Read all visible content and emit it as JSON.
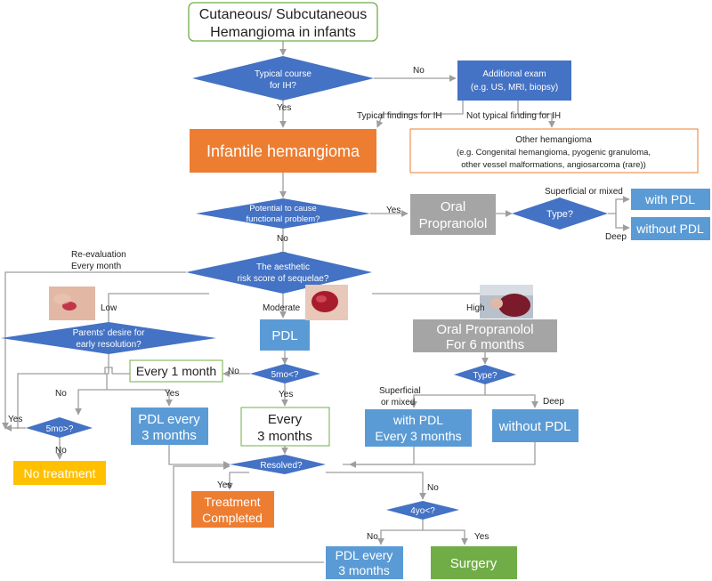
{
  "colors": {
    "diamond": "#4472c4",
    "box_blue": "#5b9bd5",
    "orange": "#ed7d31",
    "gray": "#a5a5a5",
    "yellow": "#ffc000",
    "green": "#70ad47",
    "green_border": "#70ad47",
    "line": "#9e9e9e"
  },
  "nodes": {
    "start": [
      "Cutaneous/ Subcutaneous",
      "Hemangioma in infants"
    ],
    "typical_course": [
      "Typical course",
      "for IH?"
    ],
    "additional_exam": [
      "Additional exam",
      "(e.g. US, MRI, biopsy)"
    ],
    "infantile_hemangioma": [
      "Infantile hemangioma"
    ],
    "other_hemangioma": [
      "Other hemangioma",
      "(e.g. Congenital hemangioma, pyogenic granuloma,",
      "other vessel malformations, angiosarcoma (rare))"
    ],
    "functional_problem": [
      "Potential to cause",
      "functional problem?"
    ],
    "oral_propranolol_1": [
      "Oral",
      "Propranolol"
    ],
    "type_1": [
      "Type?"
    ],
    "with_pdl_1": [
      "with PDL"
    ],
    "without_pdl_1": [
      "without PDL"
    ],
    "aesthetic_risk": [
      "The aesthetic",
      "risk score of sequelae?"
    ],
    "parents_desire": [
      "Parents' desire for",
      "early resolution?"
    ],
    "pdl_moderate": [
      "PDL"
    ],
    "oral_propranolol_6": [
      "Oral Propranolol",
      "For 6 months"
    ],
    "every_1_month": [
      "Every 1 month"
    ],
    "five_mo_lt": [
      "5mo<?"
    ],
    "type_2": [
      "Type?"
    ],
    "five_mo_gt": [
      "5mo>?"
    ],
    "pdl_every_3_a": [
      "PDL every",
      "3 months"
    ],
    "every_3_months": [
      "Every",
      "3 months"
    ],
    "with_pdl_every_3": [
      "with PDL",
      "Every 3 months"
    ],
    "without_pdl_2": [
      "without PDL"
    ],
    "no_treatment": [
      "No treatment"
    ],
    "resolved": [
      "Resolved?"
    ],
    "treatment_completed": [
      "Treatment",
      "Completed"
    ],
    "four_yo": [
      "4yo<?"
    ],
    "pdl_every_3_b": [
      "PDL every",
      "3 months"
    ],
    "surgery": [
      "Surgery"
    ]
  },
  "edge_labels": {
    "no_1": "No",
    "yes_1": "Yes",
    "typical_findings": "Typical findings for IH",
    "not_typical": "Not typical finding for IH",
    "yes_2": "Yes",
    "no_2": "No",
    "superficial_mixed": "Superficial or mixed",
    "deep_1": "Deep",
    "reevaluation": [
      "Re-evaluation",
      "Every month"
    ],
    "low": "Low",
    "moderate": "Moderate",
    "high": "High",
    "no_3": "No",
    "yes_3": "Yes",
    "no_4": "No",
    "yes_4": "Yes",
    "yes_5": "Yes",
    "no_5": "No",
    "superficial_mixed_2": [
      "Superficial",
      "or mixed"
    ],
    "deep_2": "Deep",
    "yes_6": "Yes",
    "no_6": "No",
    "no_7": "No",
    "yes_7": "Yes"
  },
  "images": {
    "lesion_low": "photo-lesion-low",
    "lesion_moderate": "photo-lesion-moderate",
    "lesion_high": "photo-lesion-high"
  }
}
